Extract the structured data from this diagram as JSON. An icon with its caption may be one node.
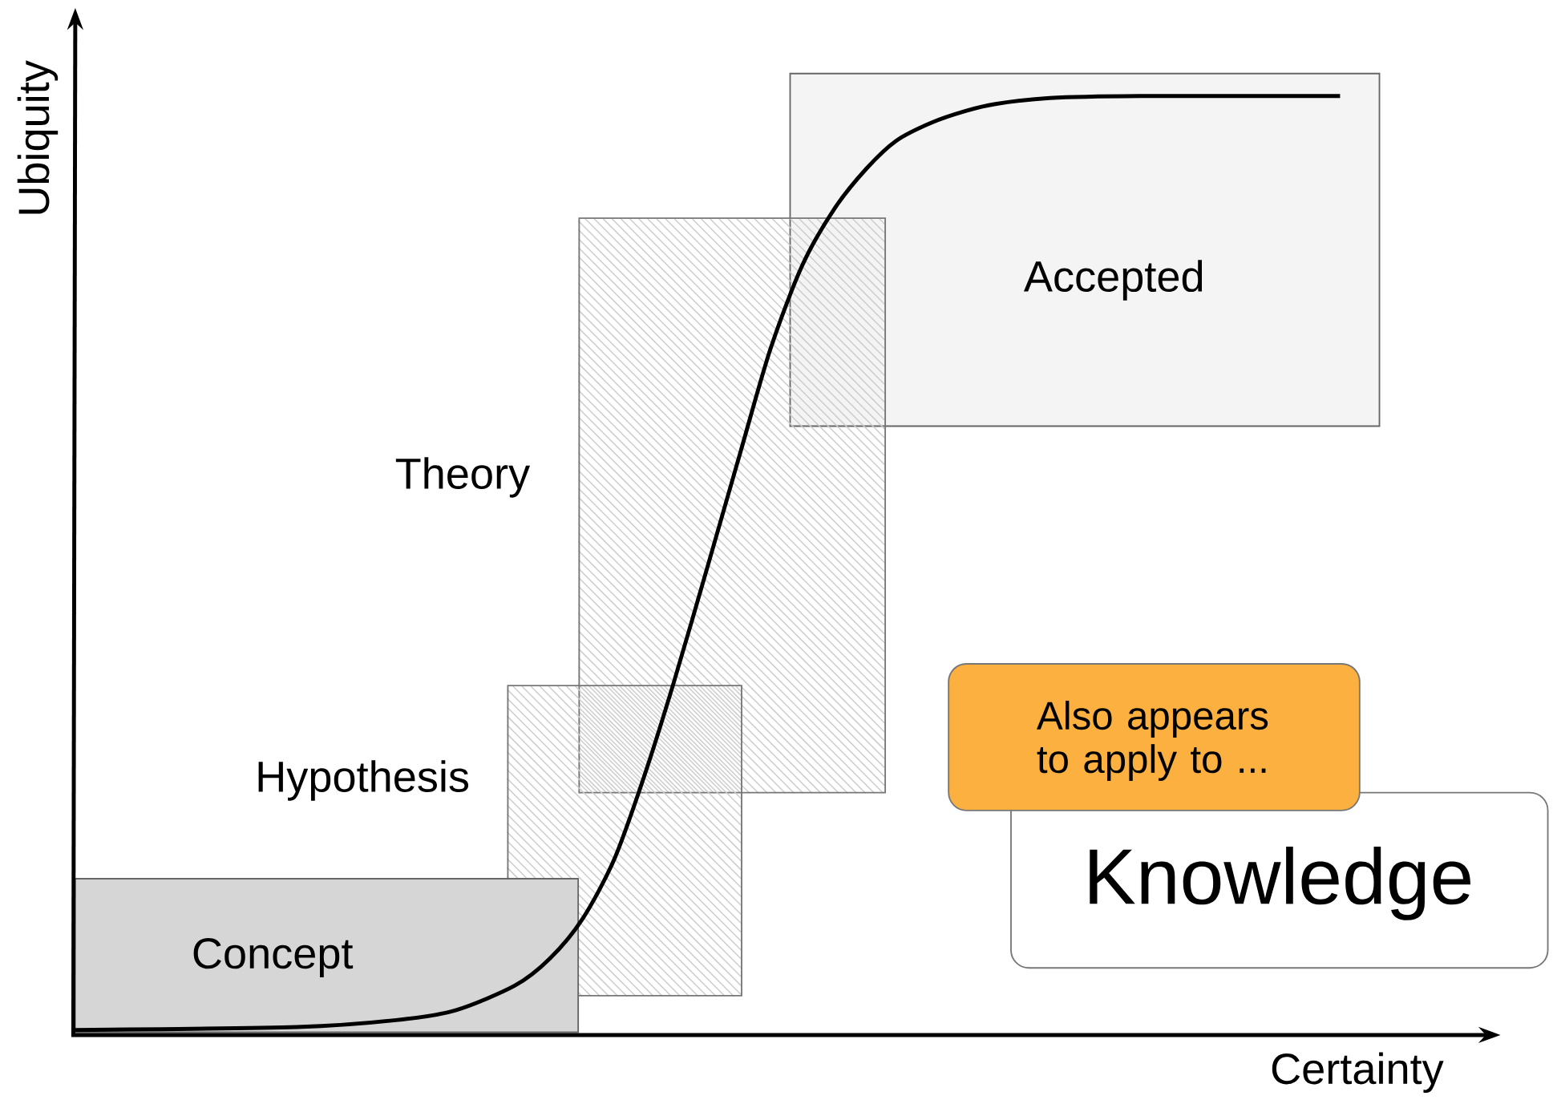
{
  "diagram": {
    "nodes": [
      {
        "text": [
          "Concept"
        ]
      },
      {
        "text": [
          "Hypothesis"
        ]
      },
      {
        "text": [
          "Theory"
        ]
      },
      {
        "text": [
          "Accepted"
        ]
      },
      {
        "text": [
          "Knowledge"
        ]
      },
      {
        "text": [
          "Also appears to apply to ..."
        ]
      }
    ],
    "labels": [
      "Ubiquity",
      "Certainty"
    ]
  }
}
